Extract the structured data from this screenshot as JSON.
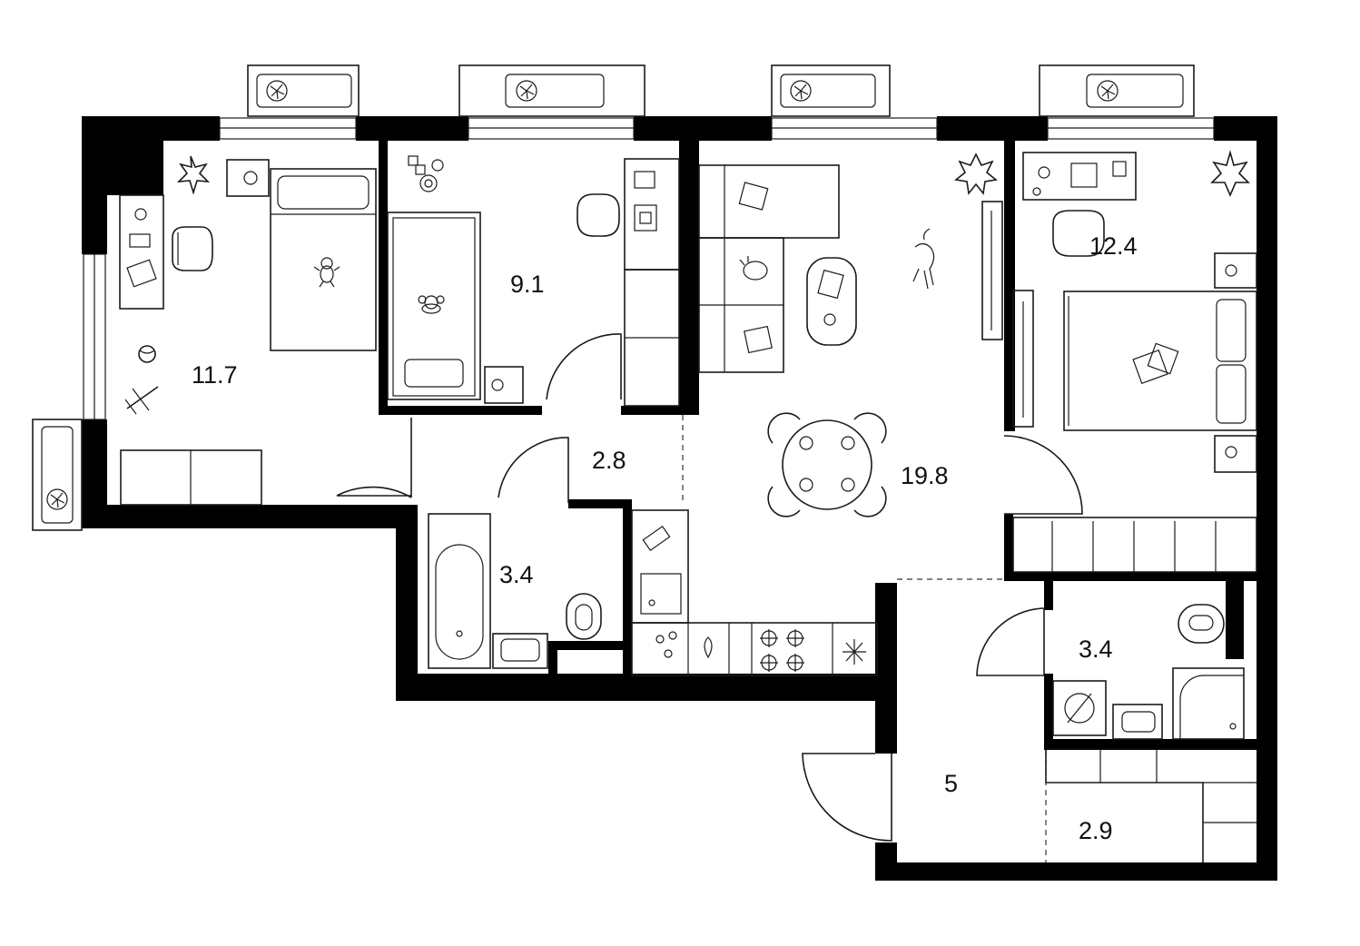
{
  "rooms": [
    {
      "id": "bedroom-left",
      "area": "11.7"
    },
    {
      "id": "bedroom-child",
      "area": "9.1"
    },
    {
      "id": "corridor",
      "area": "2.8"
    },
    {
      "id": "bathroom",
      "area": "3.4"
    },
    {
      "id": "living-kitchen",
      "area": "19.8"
    },
    {
      "id": "bedroom-right",
      "area": "12.4"
    },
    {
      "id": "shower-room",
      "area": "3.4"
    },
    {
      "id": "hall",
      "area": "5"
    },
    {
      "id": "storage",
      "area": "2.9"
    }
  ],
  "colors": {
    "wall": "#000000",
    "line": "#1a1a1a",
    "background": "#ffffff"
  },
  "icons": [
    "fan-icon",
    "plant-icon",
    "bed-icon",
    "pillow-icon",
    "chair-icon",
    "desk-icon",
    "sofa-icon",
    "table-icon",
    "cat-icon",
    "dog-icon",
    "teddy-icon",
    "ball-icon",
    "toy-plane-icon",
    "bathtub-icon",
    "sink-icon",
    "toilet-icon",
    "shower-tray-icon",
    "stove-icon",
    "fridge-icon",
    "water-heater-icon",
    "wardrobe-icon"
  ]
}
